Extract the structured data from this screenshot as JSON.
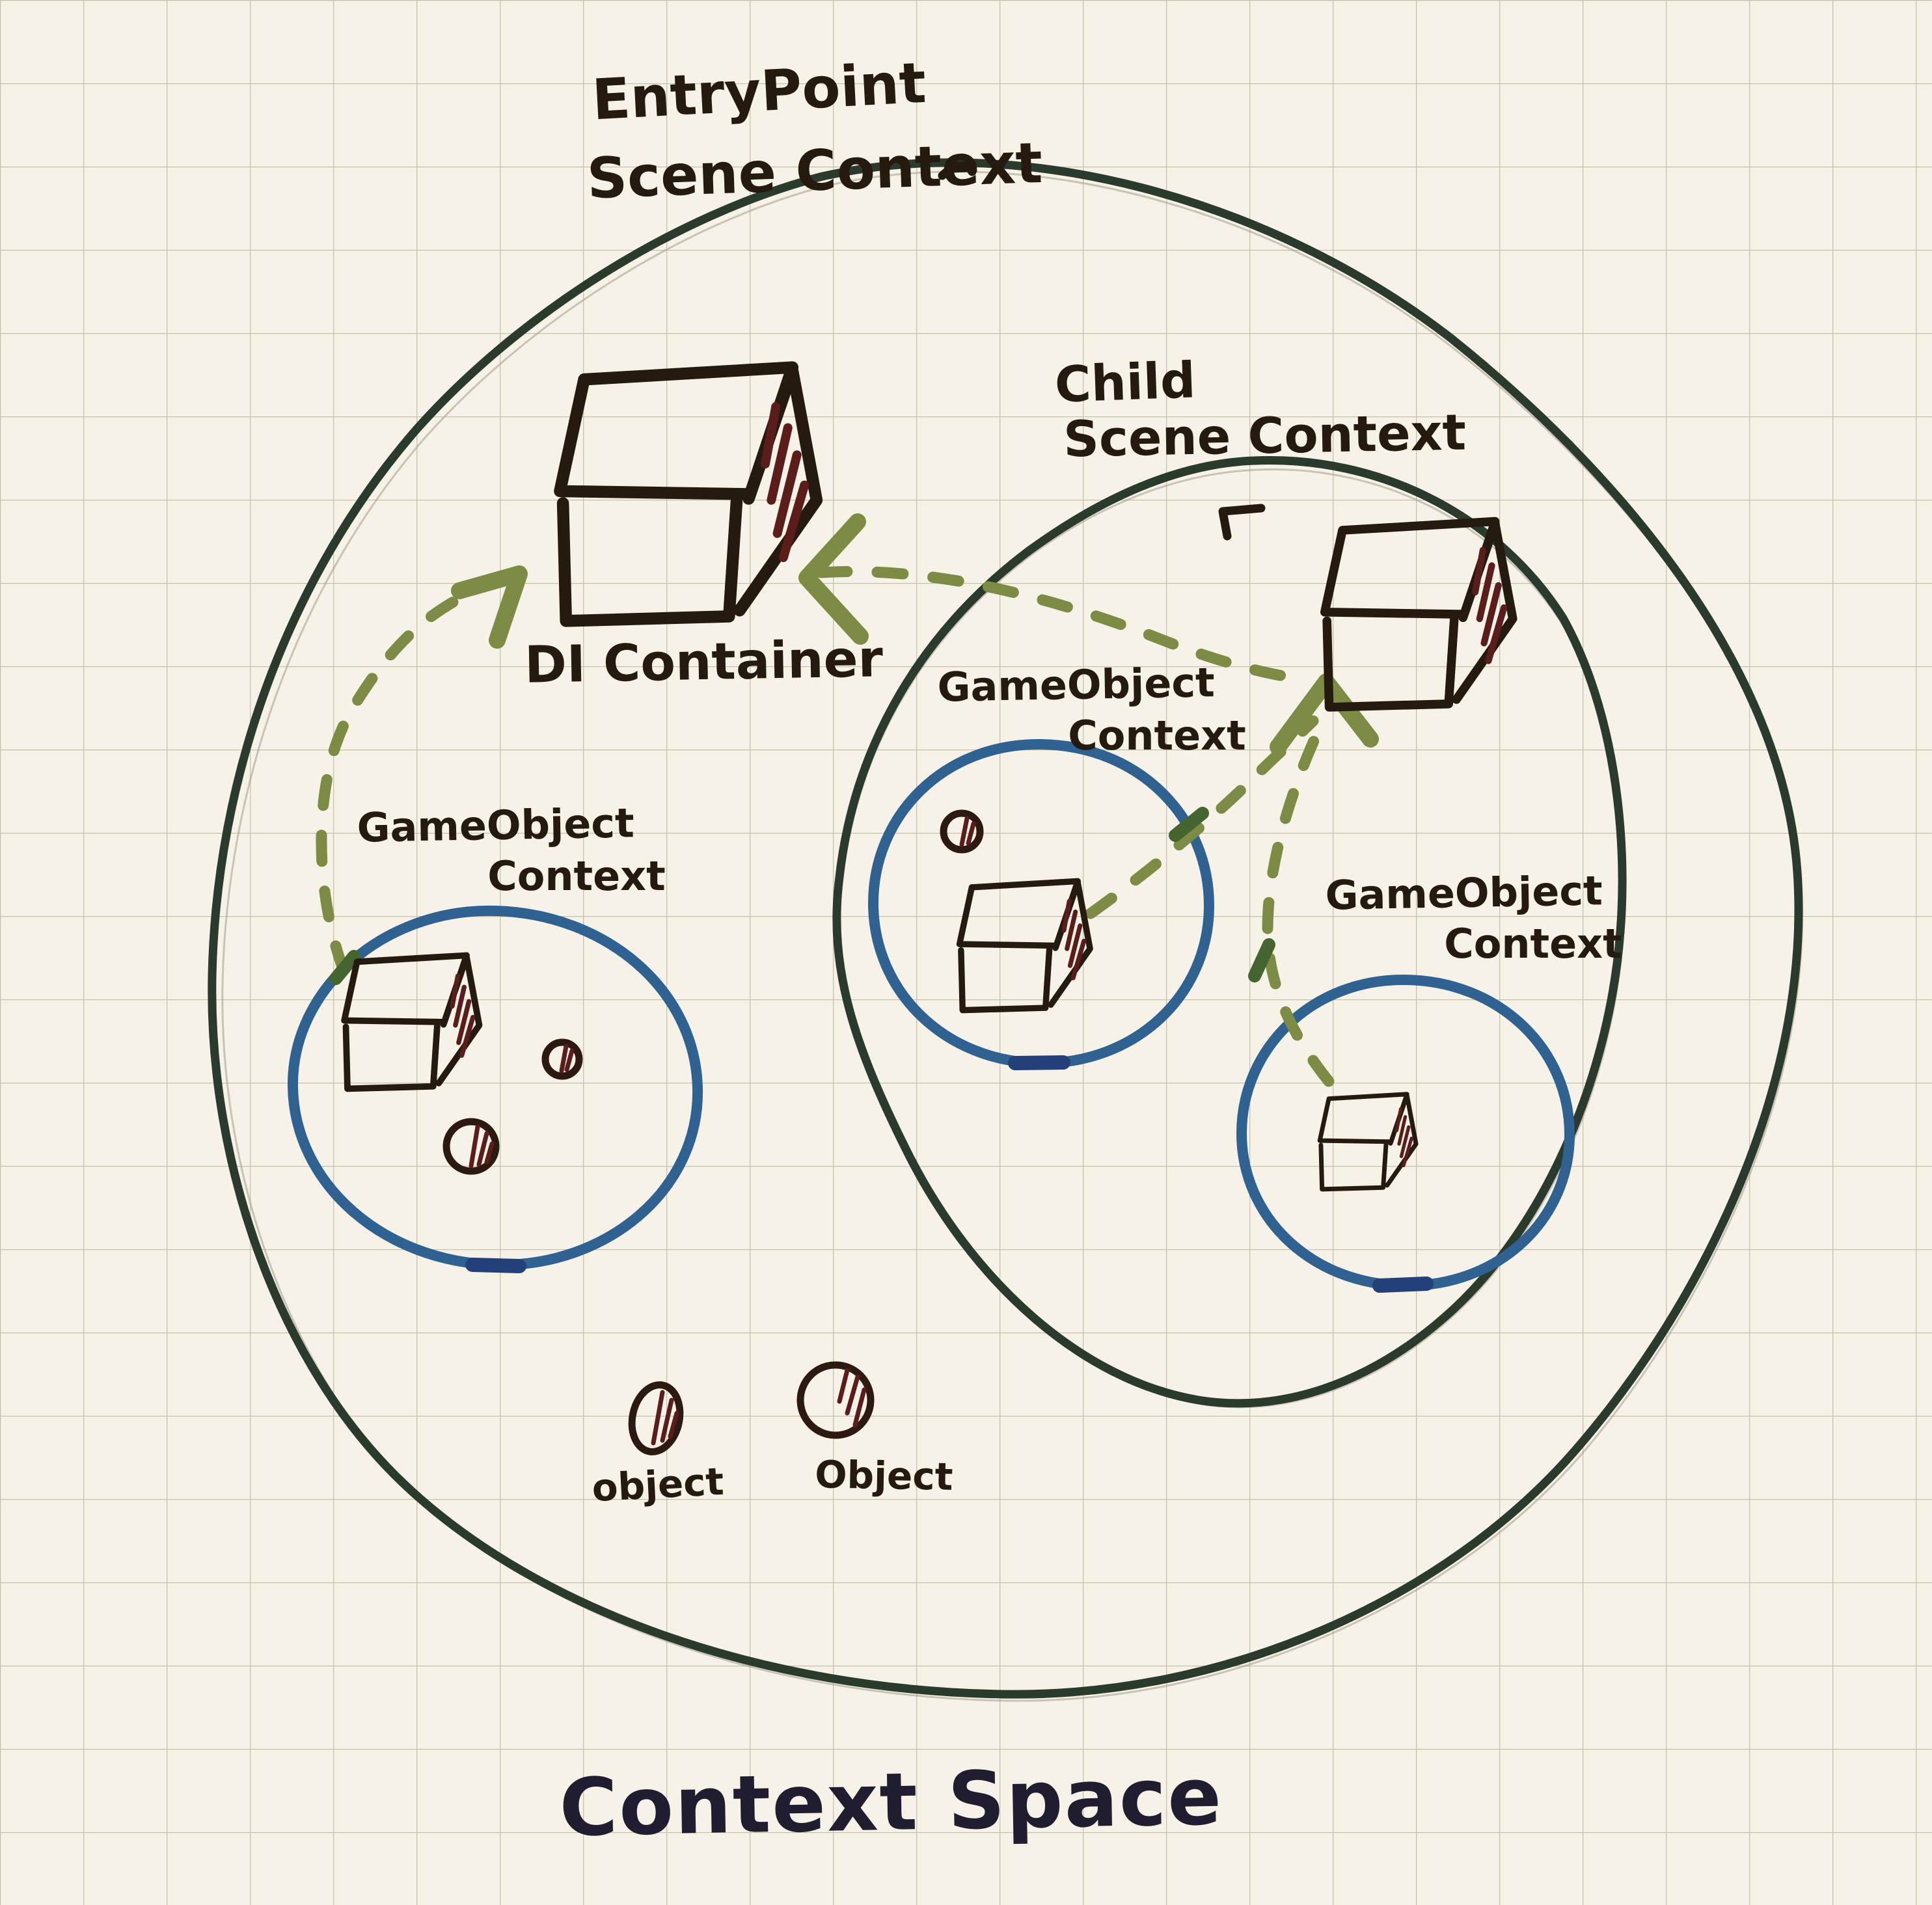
{
  "title": "Context Space",
  "outer_context": {
    "label_line1": "EntryPoint",
    "label_line2": "Scene Context"
  },
  "child_context": {
    "label_line1": "Child",
    "label_line2": "Scene Context"
  },
  "di_container": {
    "label": "DI Container"
  },
  "gameobject_left": {
    "label_line1": "GameObject",
    "label_line2": "Context"
  },
  "gameobject_middle": {
    "label_line1": "GameObject",
    "label_line2": "Context"
  },
  "gameobject_right": {
    "label_line1": "GameObject",
    "label_line2": "Context"
  },
  "objects": {
    "left_label": "object",
    "right_label": "Object"
  },
  "colors": {
    "paper": "#f6f2e7",
    "grid_line": "#b7b09c",
    "ink": "#241a10",
    "scene_circle_green": "#2a3a2c",
    "gameobject_circle_blue": "#2f6290",
    "object_hatch_maroon": "#5a1d1a",
    "injection_arrow_olive": "#7d8c44",
    "title_ink": "#201d30"
  }
}
